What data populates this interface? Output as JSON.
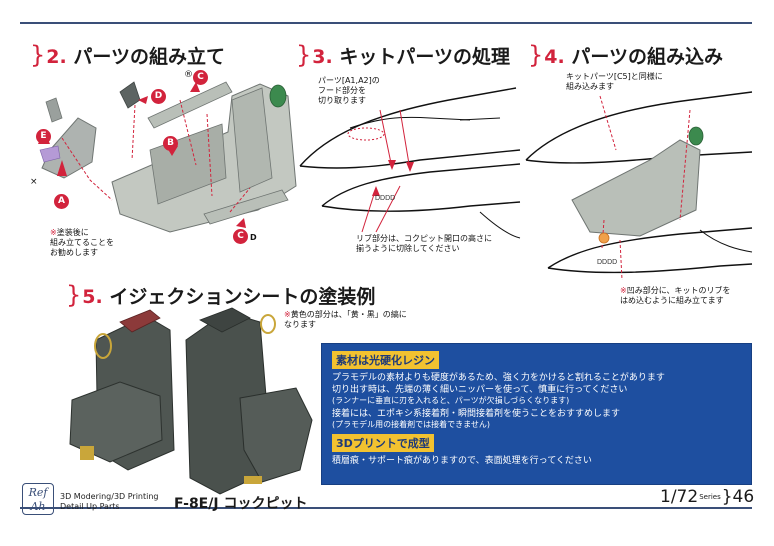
{
  "sections": {
    "s2": {
      "number": "2.",
      "title": "パーツの組み立て"
    },
    "s3": {
      "number": "3.",
      "title": "キットパーツの処理"
    },
    "s4": {
      "number": "4.",
      "title": "パーツの組み込み"
    },
    "s5": {
      "number": "5.",
      "title": "イジェクションシートの塗装例"
    }
  },
  "step2": {
    "labels": {
      "a": "A",
      "b": "B",
      "c": "C",
      "d": "D",
      "e": "E"
    },
    "note_mark": "※",
    "note_line1": "塗装後に",
    "note_line2": "組み立てることを",
    "note_line3": "お勧めします",
    "registered": "®"
  },
  "step3": {
    "note_top_line1": "パーツ[A1,A2]の",
    "note_top_line2": "フード部分を",
    "note_top_line3": "切り取ります",
    "note_bottom_line1": "リブ部分は、コクピット開口の高さに",
    "note_bottom_line2": "揃うように切除してください",
    "serial": "DDDD"
  },
  "step4": {
    "note_top_line1": "キットパーツ[C5]と同様に",
    "note_top_line2": "組み込みます",
    "note_bottom_mark": "※",
    "note_bottom_line1": "凹み部分に、キットのリブを",
    "note_bottom_line2": "はめ込むように組み立てます",
    "serial": "DDDD"
  },
  "step5": {
    "note_mark": "※",
    "note_line1": "黄色の部分は、「黄・黒」の縞に",
    "note_line2": "なります"
  },
  "info": {
    "heading1": "素材は光硬化レジン",
    "line1": "プラモデルの素材よりも硬度があるため、強く力をかけると割れることがあります",
    "line2": "切り出す時は、先端の薄く細いニッパーを使って、慎重に行ってください",
    "line2_sub": "(ランナーに垂直に刃を入れると、パーツが欠損しづらくなります)",
    "line3": "接着には、エポキシ系接着剤・瞬間接着剤を使うことをおすすめします",
    "line3_sub": "(プラモデル用の接着剤では接着できません)",
    "heading2": "3Dプリントで成型",
    "line4": "積層痕・サポート痕がありますので、表面処理を行ってください"
  },
  "footer": {
    "logo_line1": "Ref",
    "logo_line2": "Ah",
    "left_line1": "3D Modering/3D Printing",
    "left_line2": "Detail Up Parts",
    "title": "F-8E/J コックピット",
    "scale": "1/72",
    "series_label": "Series",
    "series_number": "46",
    "brace": "}"
  },
  "colors": {
    "accent_red": "#d2233c",
    "rule_blue": "#3a4f78",
    "info_blue": "#1e4fa0",
    "heading_yellow": "#f2c230",
    "resin_gray": "#b9bfb8"
  }
}
